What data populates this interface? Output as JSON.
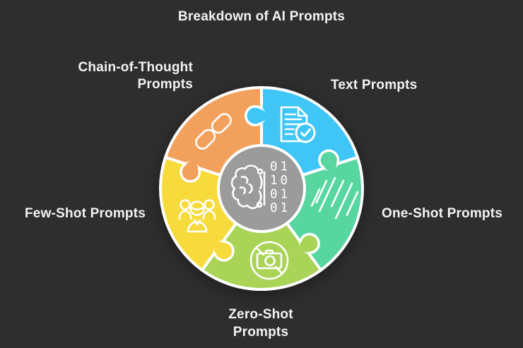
{
  "title": "Breakdown of AI Prompts",
  "colors": {
    "background": "#2E2E2E",
    "text": "#F3F3F3",
    "outline": "#FFFFFF",
    "center_gray": "#9B9B9B",
    "orange": "#F2A15C",
    "blue": "#3FC6F6",
    "teal": "#57D6A0",
    "lime": "#A9D457",
    "yellow": "#F7DA3B"
  },
  "diagram": {
    "type": "puzzle-wheel",
    "center": {
      "icon": "brain-icon",
      "binary_rows": [
        "01",
        "10",
        "01",
        "01"
      ]
    },
    "segments": [
      {
        "label": "Chain-of-Thought Prompts",
        "position": "top-left",
        "color": "#F2A15C",
        "icon": "chain-link-icon"
      },
      {
        "label": "Text Prompts",
        "position": "top-right",
        "color": "#3FC6F6",
        "icon": "document-check-icon"
      },
      {
        "label": "One-Shot Prompts",
        "position": "right",
        "color": "#57D6A0",
        "icon": "streak-lines-icon"
      },
      {
        "label": "Zero-Shot Prompts",
        "position": "bottom",
        "color": "#A9D457",
        "icon": "no-camera-icon"
      },
      {
        "label": "Few-Shot Prompts",
        "position": "left",
        "color": "#F7DA3B",
        "icon": "people-group-icon"
      }
    ]
  },
  "labels": {
    "chain_line1": "Chain-of-Thought",
    "chain_line2": "Prompts",
    "text_prompts": "Text Prompts",
    "one_shot": "One-Shot Prompts",
    "zero_line1": "Zero-Shot",
    "zero_line2": "Prompts",
    "few_shot": "Few-Shot Prompts"
  }
}
